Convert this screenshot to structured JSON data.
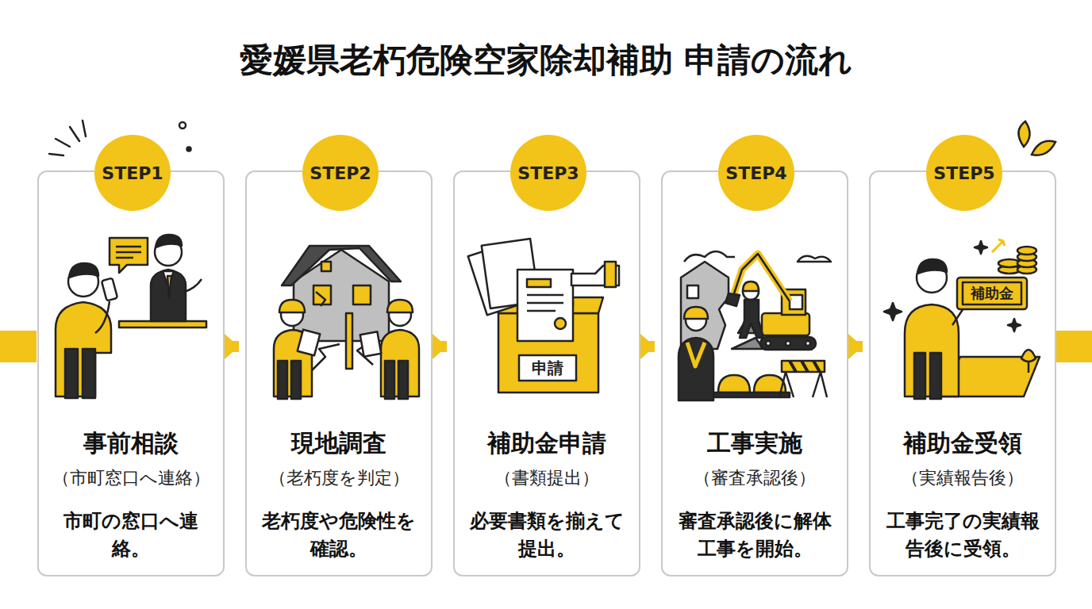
{
  "diagram": {
    "title": "愛媛県老朽危険空家除却補助 申請の流れ",
    "nodes": [
      {
        "text": [
          "事前相談",
          "（市町窓口へ連絡）",
          "市町の窓口へ連絡。"
        ]
      },
      {
        "text": [
          "STEP1"
        ],
        "in": 0
      },
      {
        "text": [
          "現地調査",
          "（老朽度を判定）",
          "老朽度や危険性を確認。"
        ]
      },
      {
        "text": [
          "STEP2"
        ],
        "in": 2
      },
      {
        "text": [
          "補助金申請",
          "（書類提出）",
          "必要書類を揃えて提出。"
        ]
      },
      {
        "text": [
          "STEP3"
        ],
        "in": 4
      },
      {
        "text": [
          "工事実施",
          "（審査承認後）",
          "審査承認後に解体工事を開始。"
        ]
      },
      {
        "text": [
          "STEP4"
        ],
        "in": 6
      },
      {
        "text": [
          "補助金受領",
          "（実績報告後）",
          "工事完了の実績報告後に受領。"
        ]
      },
      {
        "text": [
          "STEP5"
        ],
        "in": 8
      }
    ],
    "edges": [
      {
        "from": 0,
        "to": 2,
        "arrow": "to"
      },
      {
        "from": 2,
        "to": 4,
        "arrow": "to"
      },
      {
        "from": 4,
        "to": 6,
        "arrow": "to"
      },
      {
        "from": 6,
        "to": 8,
        "arrow": "to"
      }
    ],
    "labels": [
      "申請",
      "補助金"
    ]
  }
}
